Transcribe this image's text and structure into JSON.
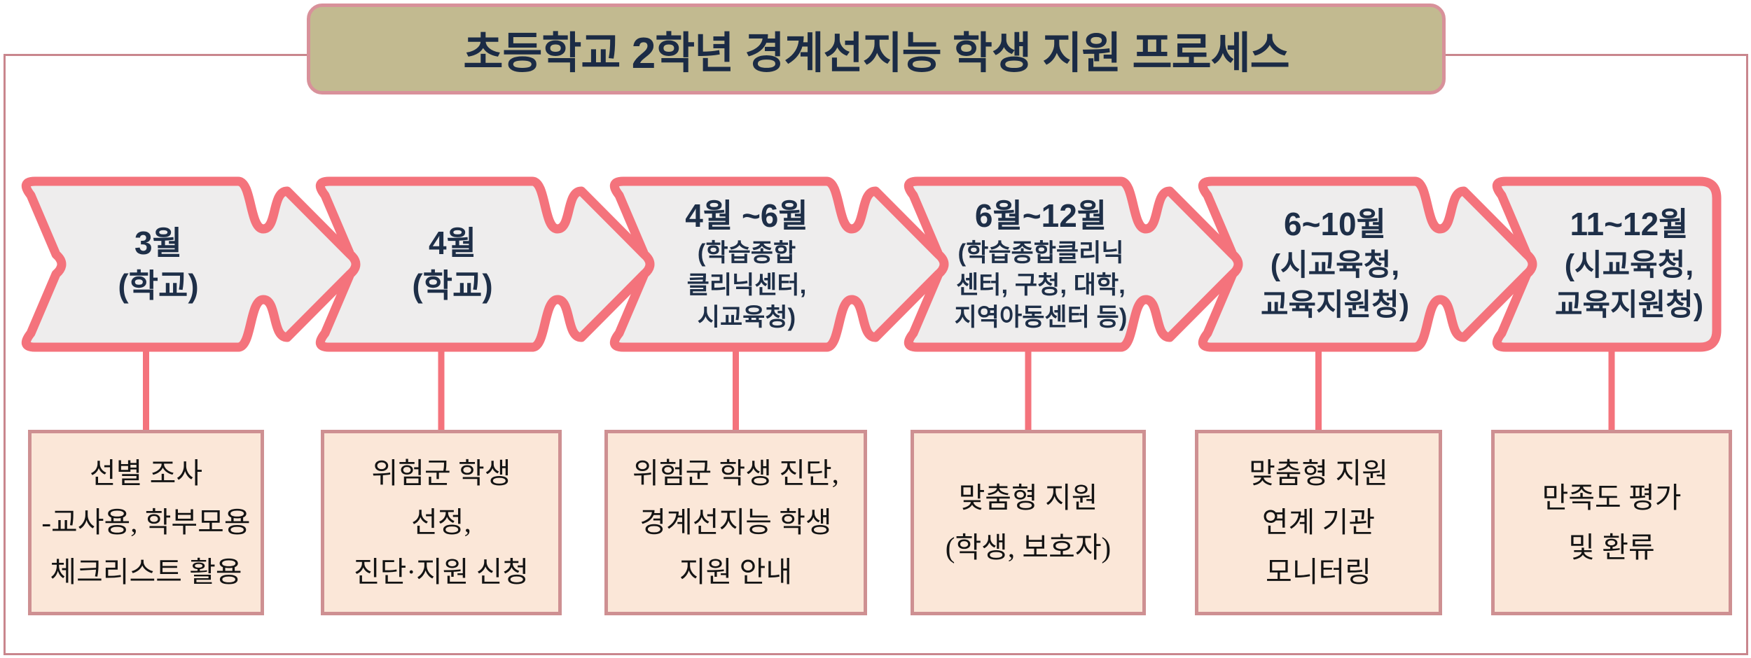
{
  "title": "초등학교 2학년 경계선지능 학생 지원 프로세스",
  "colors": {
    "chevron_stroke": "#F4737C",
    "chevron_fill": "#EEEDED",
    "chevron_text": "#1E2F48",
    "title_bg": "#C2BA90",
    "title_border": "#D8919A",
    "title_text": "#1B2B45",
    "box_bg": "#FBE7D8",
    "box_border": "#CE9092",
    "box_text": "#141414",
    "frame_border": "#C9868D",
    "connector": "#F4737C"
  },
  "steps": [
    {
      "period": "3월",
      "org": "(학교)",
      "detail": "선별 조사\n-교사용, 학부모용\n체크리스트 활용"
    },
    {
      "period": "4월",
      "org": "(학교)",
      "detail": "위험군 학생\n선정,\n진단·지원 신청"
    },
    {
      "period": "4월 ~6월",
      "org": "(학습종합\n클리닉센터,\n시교육청)",
      "detail": "위험군 학생 진단,\n경계선지능 학생\n지원 안내"
    },
    {
      "period": "6월~12월",
      "org": "(학습종합클리닉\n센터, 구청,  대학,\n지역아동센터 등)",
      "detail": "맞춤형 지원\n(학생, 보호자)"
    },
    {
      "period": "6~10월",
      "org": "(시교육청,\n교육지원청)",
      "detail": "맞춤형 지원\n연계 기관\n모니터링"
    },
    {
      "period": "11~12월",
      "org": "(시교육청,\n교육지원청)",
      "detail": "만족도 평가\n및 환류"
    }
  ]
}
